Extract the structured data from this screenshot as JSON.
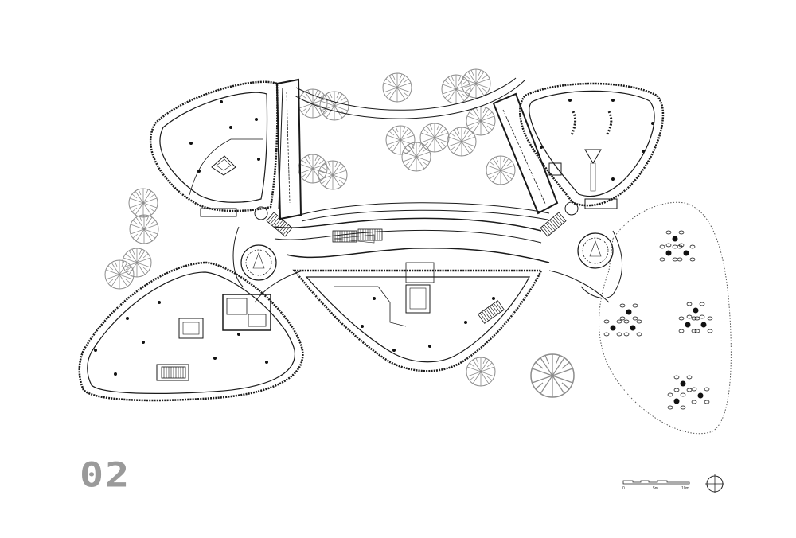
{
  "drawing": {
    "sheet_number": "02",
    "scale_bar": {
      "labels": [
        "0",
        "5m",
        "10m"
      ]
    },
    "north_arrow": "north-arrow-icon"
  },
  "colors": {
    "ink": "#1a1a1a",
    "tree": "#8c8c8c",
    "sheet_number": "#9a9a9a"
  }
}
